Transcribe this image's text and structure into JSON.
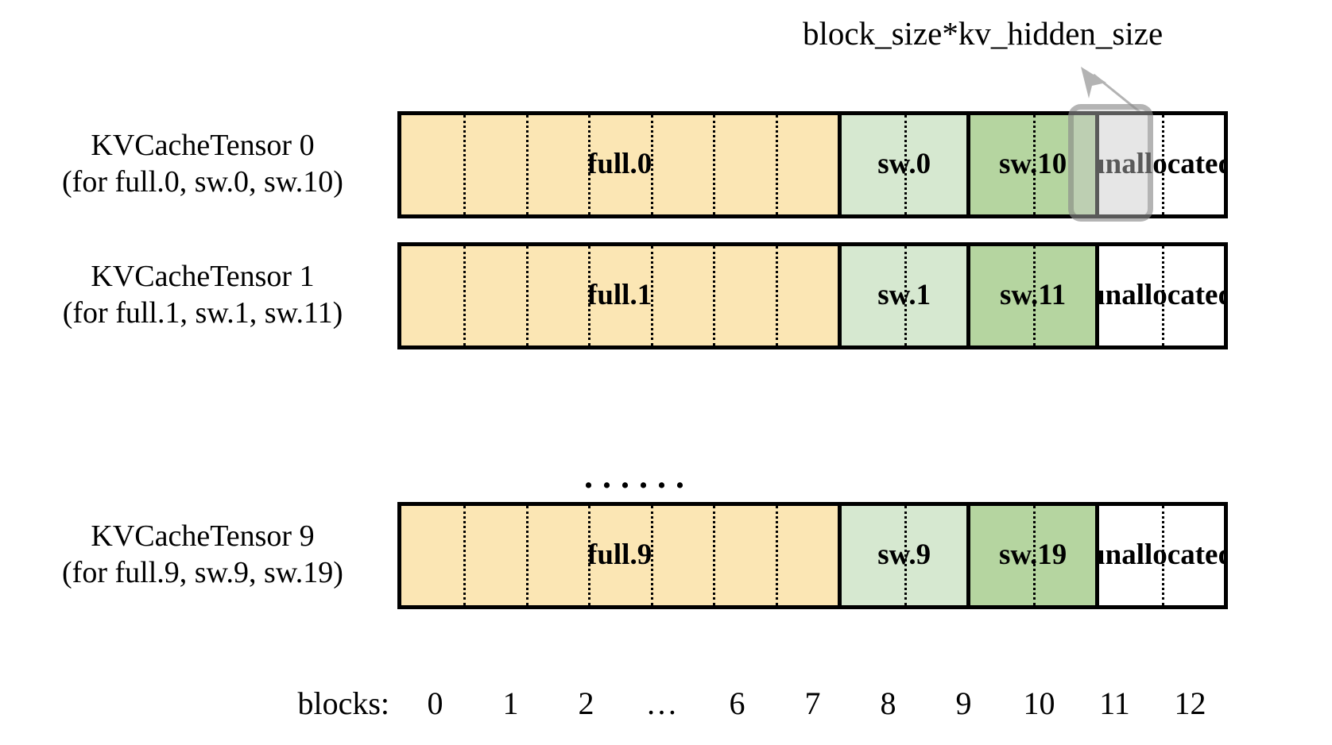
{
  "annotation": {
    "text": "block_size*kv_hidden_size",
    "arrow_color": "#b3b3b3"
  },
  "highlight": {
    "name": "highlighted-block-11-row0",
    "stroke": "#8c8c8c",
    "fill": "#cccccc"
  },
  "rows": [
    {
      "title": "KVCacheTensor 0",
      "subtitle": "(for full.0, sw.0, sw.10)",
      "segments": [
        {
          "label": "full.0",
          "kind": "full",
          "blocks": 7,
          "color": "#fbe6b4"
        },
        {
          "label": "sw.0",
          "kind": "sw1",
          "blocks": 2,
          "color": "#d6e8d0"
        },
        {
          "label": "sw.10",
          "kind": "sw2",
          "blocks": 2,
          "color": "#b5d5a0"
        },
        {
          "label": "unallocated",
          "kind": "unalloc",
          "blocks": 2,
          "color": "#ffffff"
        }
      ]
    },
    {
      "title": "KVCacheTensor 1",
      "subtitle": "(for full.1, sw.1, sw.11)",
      "segments": [
        {
          "label": "full.1",
          "kind": "full",
          "blocks": 7,
          "color": "#fbe6b4"
        },
        {
          "label": "sw.1",
          "kind": "sw1",
          "blocks": 2,
          "color": "#d6e8d0"
        },
        {
          "label": "sw.11",
          "kind": "sw2",
          "blocks": 2,
          "color": "#b5d5a0"
        },
        {
          "label": "unallocated",
          "kind": "unalloc",
          "blocks": 2,
          "color": "#ffffff"
        }
      ]
    },
    {
      "title": "KVCacheTensor 9",
      "subtitle": "(for full.9, sw.9, sw.19)",
      "segments": [
        {
          "label": "full.9",
          "kind": "full",
          "blocks": 7,
          "color": "#fbe6b4"
        },
        {
          "label": "sw.9",
          "kind": "sw1",
          "blocks": 2,
          "color": "#d6e8d0"
        },
        {
          "label": "sw.19",
          "kind": "sw2",
          "blocks": 2,
          "color": "#b5d5a0"
        },
        {
          "label": "unallocated",
          "kind": "unalloc",
          "blocks": 2,
          "color": "#ffffff"
        }
      ]
    }
  ],
  "row_ellipsis": "......",
  "axis": {
    "label": "blocks:",
    "ticks": [
      "0",
      "1",
      "2",
      "…",
      "6",
      "7",
      "8",
      "9",
      "10",
      "11",
      "12"
    ]
  }
}
